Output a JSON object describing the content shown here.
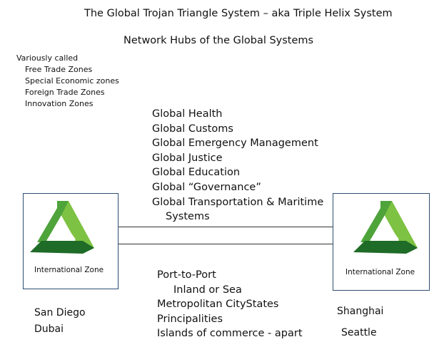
{
  "title": "The Global Trojan Triangle System – aka Triple Helix System",
  "subtitle": "Network Hubs of the Global Systems",
  "variously": {
    "heading": "Variously called",
    "items": [
      "Free Trade Zones",
      "Special Economic zones",
      "Foreign Trade Zones",
      "Innovation Zones"
    ]
  },
  "systems": [
    "Global Health",
    "Global Customs",
    "Global Emergency Management",
    "Global Justice",
    "Global Education",
    "Global “Governance”",
    "Global Transportation & Maritime",
    "Systems"
  ],
  "zones": {
    "left_label": "International Zone",
    "right_label": "International Zone"
  },
  "ports": [
    "Port-to-Port",
    "Inland or Sea",
    "Metropolitan CityStates",
    "Principalities",
    "Islands of commerce - apart"
  ],
  "cities_left": [
    "San Diego",
    "Dubai"
  ],
  "cities_right": [
    "Shanghai",
    "Seattle"
  ],
  "colors": {
    "box_border": "#2f4e72",
    "triangle_light": "#7dc242",
    "triangle_mid": "#4ea33a",
    "triangle_dark": "#1f6b28"
  }
}
